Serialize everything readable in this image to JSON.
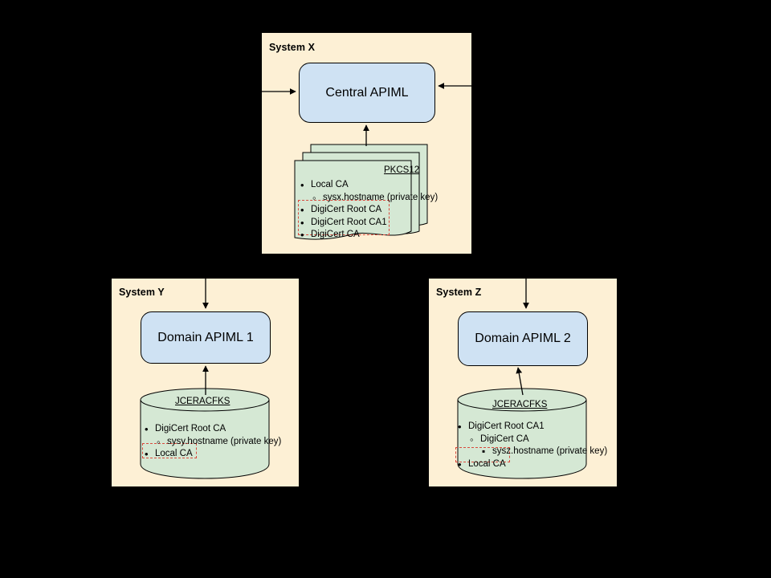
{
  "diagram": {
    "title": "APIML multi-system certificate trust diagram",
    "colors": {
      "background": "#000000",
      "system_fill": "#fdf0d5",
      "apiml_fill": "#cfe2f3",
      "keystore_fill": "#d5e8d4",
      "stroke": "#000000",
      "highlight": "#d94a3d"
    }
  },
  "systems": [
    {
      "id": "system-x",
      "title": "System X",
      "apiml": {
        "label": "Central APIML"
      },
      "keystore": {
        "type": "document-stack",
        "stack_count": 3,
        "title": "PKCS12",
        "entries": [
          {
            "label": "Local CA",
            "level": 1,
            "bullet": "disc",
            "highlighted": false
          },
          {
            "label": "sysx.hostname (private key)",
            "level": 2,
            "bullet": "circle",
            "highlighted": false
          },
          {
            "label": "DigiCert Root CA",
            "level": 1,
            "bullet": "disc",
            "highlighted": true
          },
          {
            "label": "DigiCert Root CA1",
            "level": 1,
            "bullet": "disc",
            "highlighted": true
          },
          {
            "label": "DigiCert CA",
            "level": 1,
            "bullet": "disc",
            "highlighted": true
          }
        ]
      }
    },
    {
      "id": "system-y",
      "title": "System Y",
      "apiml": {
        "label": "Domain APIML 1"
      },
      "keystore": {
        "type": "cylinder",
        "title": "JCERACFKS",
        "entries": [
          {
            "label": "DigiCert Root CA",
            "level": 1,
            "bullet": "disc",
            "highlighted": false
          },
          {
            "label": "sysy.hostname (private key)",
            "level": 2,
            "bullet": "circle",
            "highlighted": false
          },
          {
            "label": "Local CA",
            "level": 1,
            "bullet": "disc",
            "highlighted": true
          }
        ]
      }
    },
    {
      "id": "system-z",
      "title": "System Z",
      "apiml": {
        "label": "Domain APIML 2"
      },
      "keystore": {
        "type": "cylinder",
        "title": "JCERACFKS",
        "entries": [
          {
            "label": "DigiCert Root CA1",
            "level": 1,
            "bullet": "disc",
            "highlighted": false
          },
          {
            "label": "DigiCert CA",
            "level": 2,
            "bullet": "circle",
            "highlighted": false
          },
          {
            "label": "sysz.hostname (private key)",
            "level": 3,
            "bullet": "square",
            "highlighted": false
          },
          {
            "label": "Local CA",
            "level": 1,
            "bullet": "disc",
            "highlighted": true
          }
        ]
      }
    }
  ],
  "connections": [
    {
      "name": "inbound-left-to-central",
      "from": "left-edge",
      "to": "central-apiml"
    },
    {
      "name": "inbound-right-to-central",
      "from": "right-edge",
      "to": "central-apiml"
    },
    {
      "name": "pkcs12-to-central",
      "from": "pkcs12-stack",
      "to": "central-apiml"
    },
    {
      "name": "central-to-domain1",
      "from": "central-apiml",
      "to": "domain-apiml-1"
    },
    {
      "name": "central-to-domain2",
      "from": "central-apiml",
      "to": "domain-apiml-2"
    },
    {
      "name": "jceracfks-y-to-domain1",
      "from": "keystore-y",
      "to": "domain-apiml-1"
    },
    {
      "name": "jceracfks-z-to-domain2",
      "from": "keystore-z",
      "to": "domain-apiml-2"
    }
  ]
}
